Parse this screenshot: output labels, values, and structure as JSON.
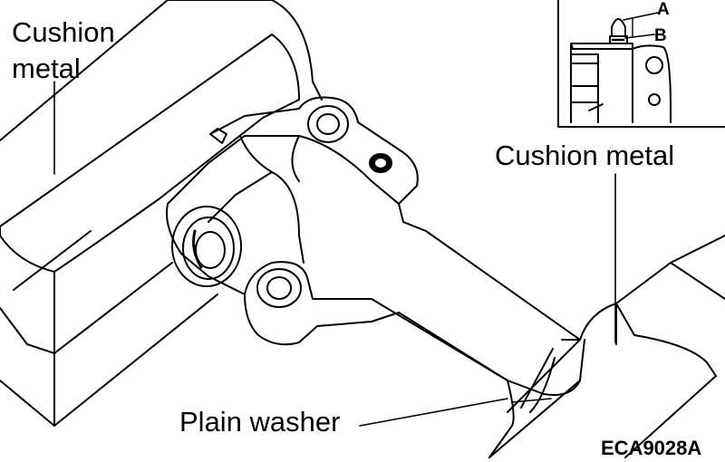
{
  "labels": {
    "cushion_metal_left_line1": "Cushion",
    "cushion_metal_left_line2": "metal",
    "cushion_metal_right": "Cushion metal",
    "plain_washer": "Plain washer",
    "inset_a": "A",
    "inset_b": "B",
    "figure_code": "ECA9028A"
  },
  "colors": {
    "ink": "#000000",
    "paper": "#ffffff"
  }
}
